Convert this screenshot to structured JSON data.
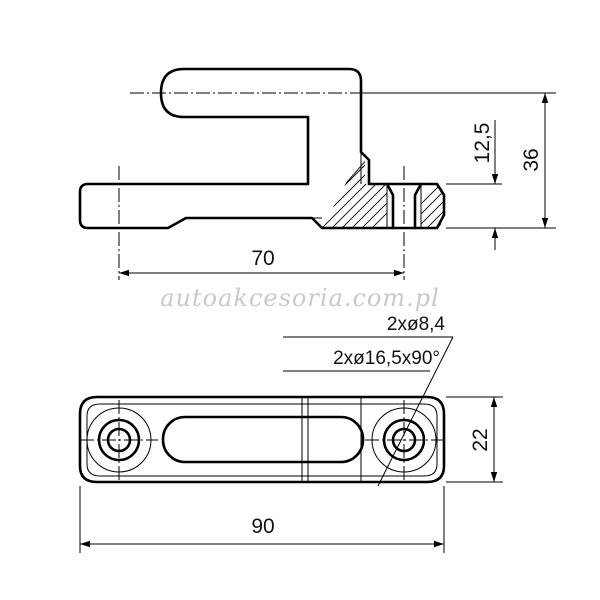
{
  "watermark": "autoakcesoria.com.pl",
  "side_view": {
    "dim_length": "70",
    "dim_height_total": "36",
    "dim_height_partial": "12,5"
  },
  "top_view": {
    "dim_length": "90",
    "dim_width": "22",
    "note_hole": "2xø8,4",
    "note_countersink": "2xø16,5x90°"
  }
}
